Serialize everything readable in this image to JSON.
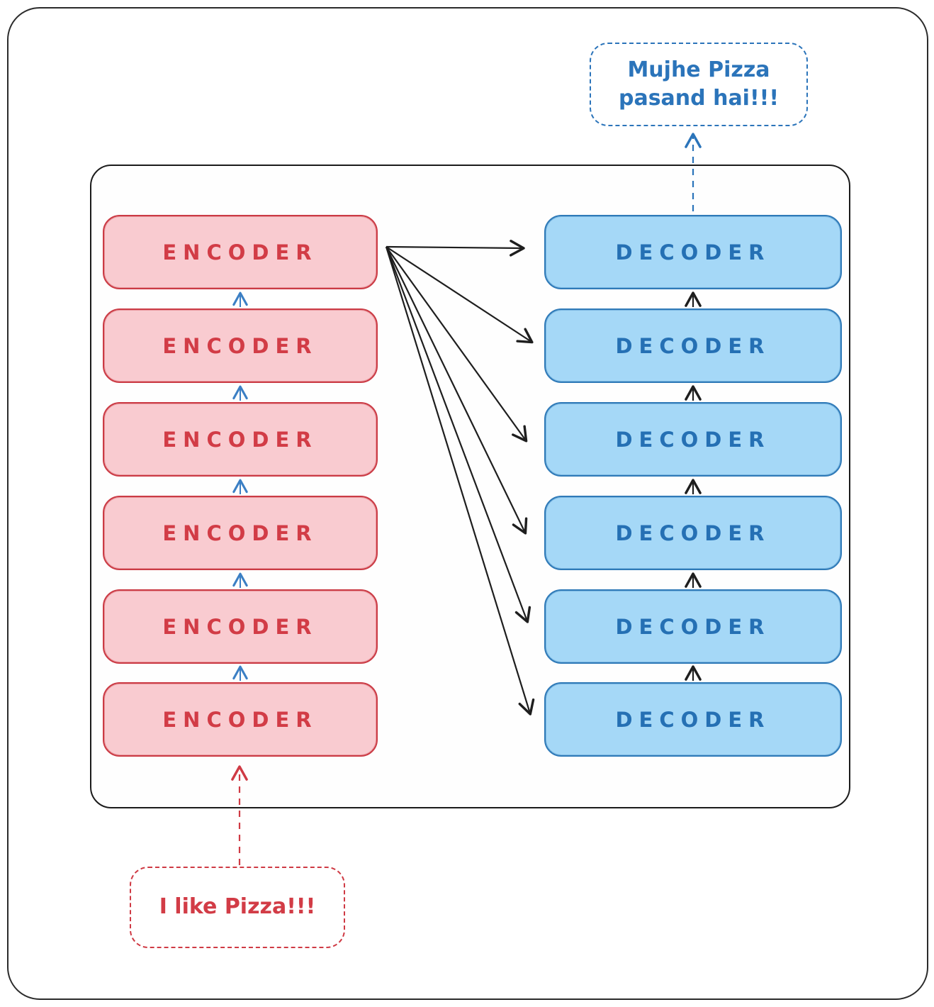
{
  "diagram": {
    "type": "transformer-encoder-decoder-stack",
    "encoders": {
      "label": "ENCODER",
      "count": 6,
      "fill": "#f9cbd0",
      "border": "#cb3b45",
      "text_color": "#d23c46",
      "stack_arrow_color": "#3b7fc4"
    },
    "decoders": {
      "label": "DECODER",
      "count": 6,
      "fill": "#a5d8f7",
      "border": "#2f7ab8",
      "text_color": "#2570b4",
      "stack_arrow_color": "#1e1e1e"
    },
    "cross_arrows": {
      "count": 6,
      "color": "#1e1e1e",
      "from": "top encoder output",
      "to": "every decoder"
    },
    "input": {
      "text": "I like Pizza!!!",
      "color": "#d23c46",
      "arrow_color": "#cf3a44"
    },
    "output": {
      "lines": [
        "Mujhe Pizza",
        "pasand hai!!!"
      ],
      "text": "Mujhe Pizza pasand hai!!!",
      "color": "#2b74ba",
      "arrow_color": "#2b74ba"
    }
  }
}
